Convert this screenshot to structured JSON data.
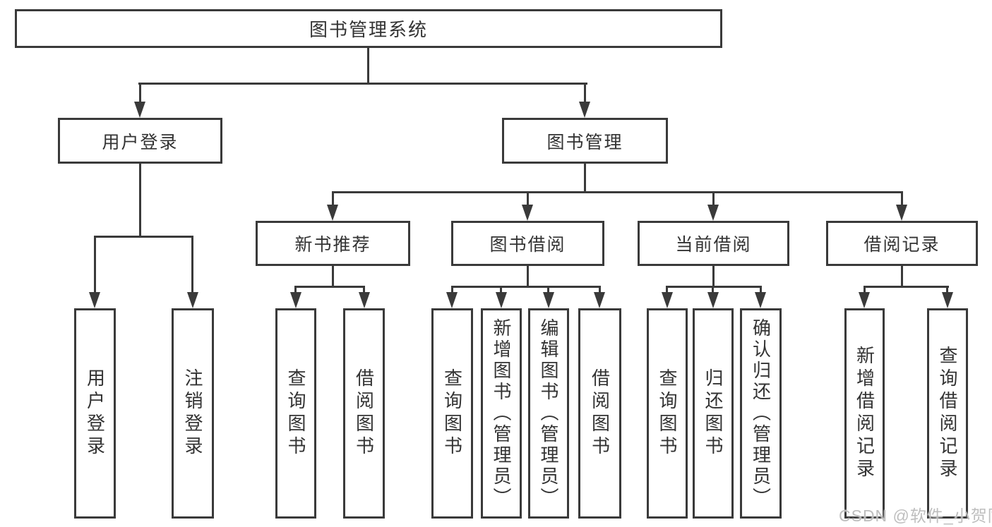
{
  "colors": {
    "line": "#3a3a3a",
    "box_border": "#3a3a3a",
    "text": "#333333",
    "background": "#ffffff",
    "watermark": "#bababa"
  },
  "watermark": {
    "text": "CSDN @软件_小贺同学"
  },
  "tree": {
    "root": {
      "label": "图书管理系统"
    },
    "branches": [
      {
        "label": "用户登录",
        "children": [
          {
            "label": "用户登录"
          },
          {
            "label": "注销登录"
          }
        ]
      },
      {
        "label": "图书管理",
        "sections": [
          {
            "label": "新书推荐",
            "children": [
              {
                "label": "查询图书"
              },
              {
                "label": "借阅图书"
              }
            ]
          },
          {
            "label": "图书借阅",
            "children": [
              {
                "label": "查询图书"
              },
              {
                "label": "新增图书（管理员）"
              },
              {
                "label": "编辑图书（管理员）"
              },
              {
                "label": "借阅图书"
              }
            ]
          },
          {
            "label": "当前借阅",
            "children": [
              {
                "label": "查询图书"
              },
              {
                "label": "归还图书"
              },
              {
                "label": "确认归还（管理员）"
              }
            ]
          },
          {
            "label": "借阅记录",
            "children": [
              {
                "label": "新增借阅记录"
              },
              {
                "label": "查询借阅记录"
              }
            ]
          }
        ]
      }
    ]
  }
}
